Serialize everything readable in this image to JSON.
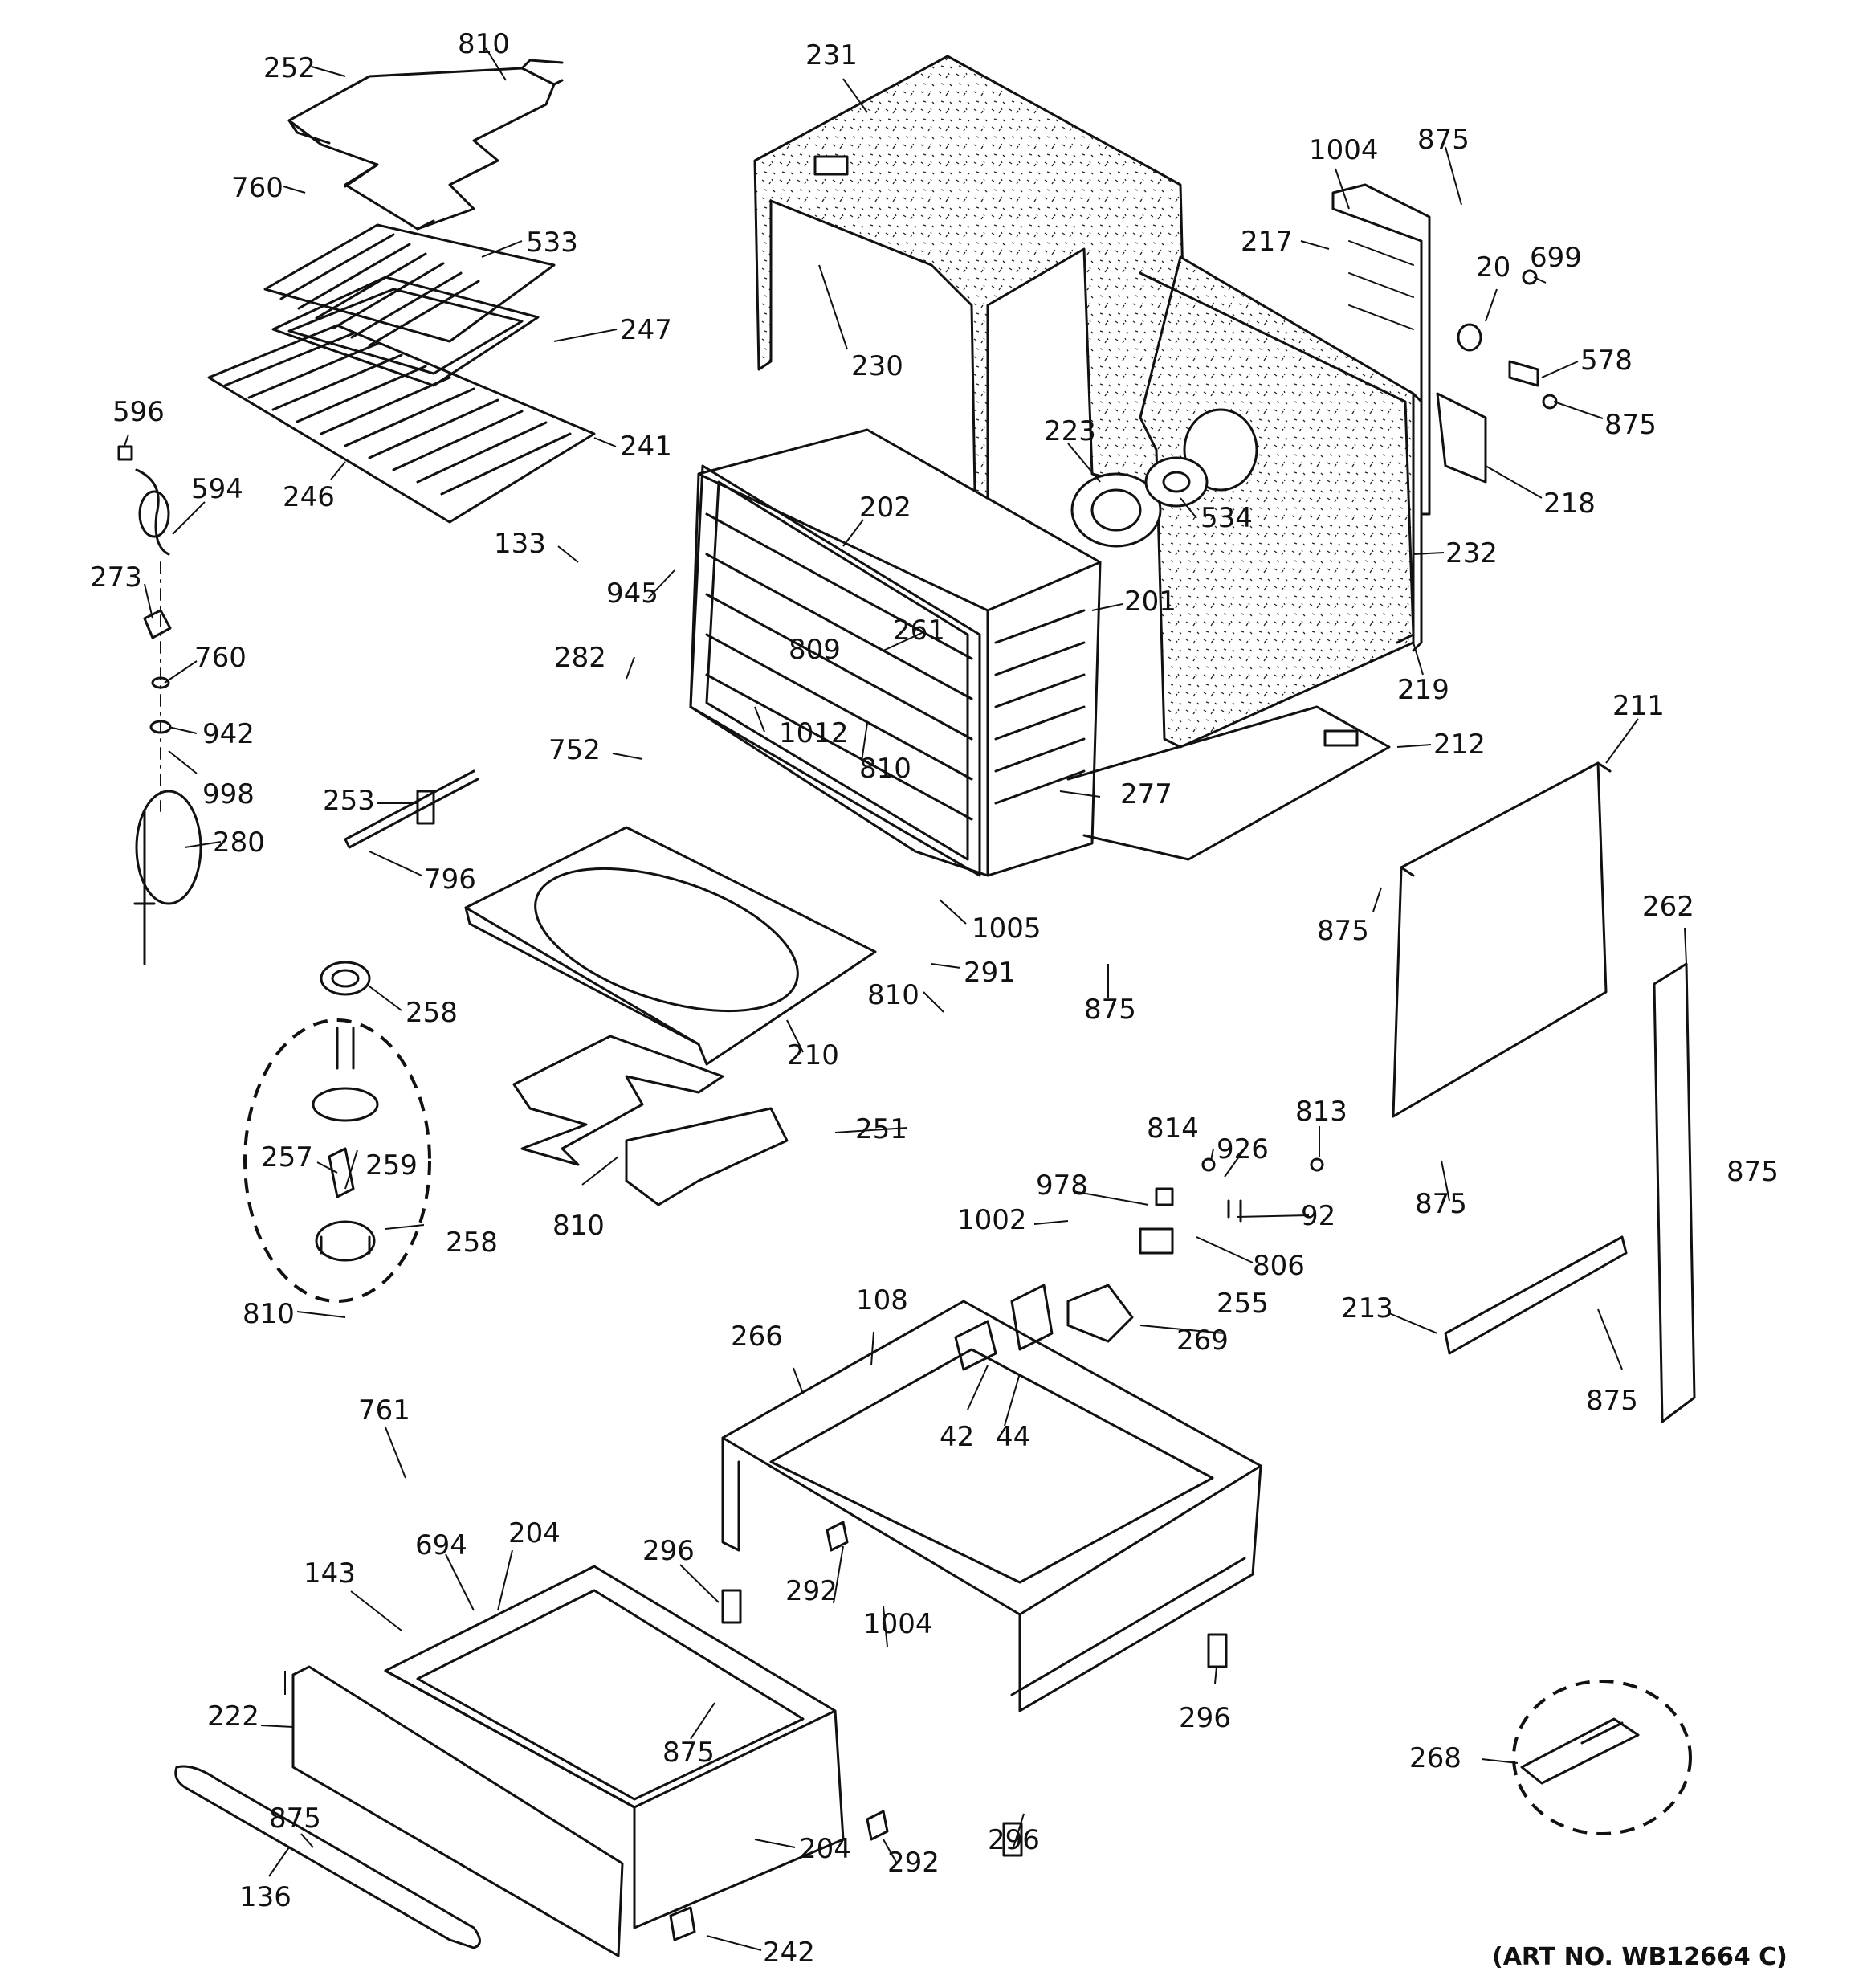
{
  "diagram": {
    "art_number": "(ART NO. WB12664 C)",
    "callouts": [
      {
        "id": "c252a",
        "text": "252"
      },
      {
        "id": "c810a",
        "text": "810"
      },
      {
        "id": "c760a",
        "text": "760"
      },
      {
        "id": "c533",
        "text": "533"
      },
      {
        "id": "c247",
        "text": "247"
      },
      {
        "id": "c241",
        "text": "241"
      },
      {
        "id": "c246",
        "text": "246"
      },
      {
        "id": "c596",
        "text": "596"
      },
      {
        "id": "c594",
        "text": "594"
      },
      {
        "id": "c273",
        "text": "273"
      },
      {
        "id": "c760b",
        "text": "760"
      },
      {
        "id": "c942",
        "text": "942"
      },
      {
        "id": "c998",
        "text": "998"
      },
      {
        "id": "c280",
        "text": "280"
      },
      {
        "id": "c231",
        "text": "231"
      },
      {
        "id": "c230",
        "text": "230"
      },
      {
        "id": "c223",
        "text": "223"
      },
      {
        "id": "c534",
        "text": "534"
      },
      {
        "id": "c202",
        "text": "202"
      },
      {
        "id": "c133",
        "text": "133"
      },
      {
        "id": "c945",
        "text": "945"
      },
      {
        "id": "c282",
        "text": "282"
      },
      {
        "id": "c809",
        "text": "809"
      },
      {
        "id": "c261",
        "text": "261"
      },
      {
        "id": "c201",
        "text": "201"
      },
      {
        "id": "c1012",
        "text": "1012"
      },
      {
        "id": "c810b",
        "text": "810"
      },
      {
        "id": "c752",
        "text": "752"
      },
      {
        "id": "c277",
        "text": "277"
      },
      {
        "id": "c1004a",
        "text": "1004"
      },
      {
        "id": "c875a",
        "text": "875"
      },
      {
        "id": "c217",
        "text": "217"
      },
      {
        "id": "c20",
        "text": "20"
      },
      {
        "id": "c699",
        "text": "699"
      },
      {
        "id": "c578",
        "text": "578"
      },
      {
        "id": "c875b",
        "text": "875"
      },
      {
        "id": "c218",
        "text": "218"
      },
      {
        "id": "c232",
        "text": "232"
      },
      {
        "id": "c219",
        "text": "219"
      },
      {
        "id": "c212",
        "text": "212"
      },
      {
        "id": "c211",
        "text": "211"
      },
      {
        "id": "c253",
        "text": "253"
      },
      {
        "id": "c796",
        "text": "796"
      },
      {
        "id": "c1005",
        "text": "1005"
      },
      {
        "id": "c291",
        "text": "291"
      },
      {
        "id": "c810c",
        "text": "810"
      },
      {
        "id": "c875c",
        "text": "875"
      },
      {
        "id": "c875d",
        "text": "875"
      },
      {
        "id": "c262",
        "text": "262"
      },
      {
        "id": "c258a",
        "text": "258"
      },
      {
        "id": "c210",
        "text": "210"
      },
      {
        "id": "c251",
        "text": "251"
      },
      {
        "id": "c810d",
        "text": "810"
      },
      {
        "id": "c257",
        "text": "257"
      },
      {
        "id": "c259",
        "text": "259"
      },
      {
        "id": "c258b",
        "text": "258"
      },
      {
        "id": "c810e",
        "text": "810"
      },
      {
        "id": "c875e",
        "text": "875"
      },
      {
        "id": "c814",
        "text": "814"
      },
      {
        "id": "c813",
        "text": "813"
      },
      {
        "id": "c926",
        "text": "926"
      },
      {
        "id": "c978",
        "text": "978"
      },
      {
        "id": "c92",
        "text": "92"
      },
      {
        "id": "c1002",
        "text": "1002"
      },
      {
        "id": "c806",
        "text": "806"
      },
      {
        "id": "c255",
        "text": "255"
      },
      {
        "id": "c875f",
        "text": "875"
      },
      {
        "id": "c269",
        "text": "269"
      },
      {
        "id": "c213",
        "text": "213"
      },
      {
        "id": "c875g",
        "text": "875"
      },
      {
        "id": "c108",
        "text": "108"
      },
      {
        "id": "c266",
        "text": "266"
      },
      {
        "id": "c42",
        "text": "42"
      },
      {
        "id": "c44",
        "text": "44"
      },
      {
        "id": "c761",
        "text": "761"
      },
      {
        "id": "c694",
        "text": "694"
      },
      {
        "id": "c204a",
        "text": "204"
      },
      {
        "id": "c143",
        "text": "143"
      },
      {
        "id": "c296a",
        "text": "296"
      },
      {
        "id": "c292a",
        "text": "292"
      },
      {
        "id": "c1004b",
        "text": "1004"
      },
      {
        "id": "c222",
        "text": "222"
      },
      {
        "id": "c875h",
        "text": "875"
      },
      {
        "id": "c296b",
        "text": "296"
      },
      {
        "id": "c268",
        "text": "268"
      },
      {
        "id": "c875i",
        "text": "875"
      },
      {
        "id": "c296c",
        "text": "296"
      },
      {
        "id": "c292b",
        "text": "292"
      },
      {
        "id": "c136",
        "text": "136"
      },
      {
        "id": "c204b",
        "text": "204"
      },
      {
        "id": "c242",
        "text": "242"
      }
    ]
  }
}
